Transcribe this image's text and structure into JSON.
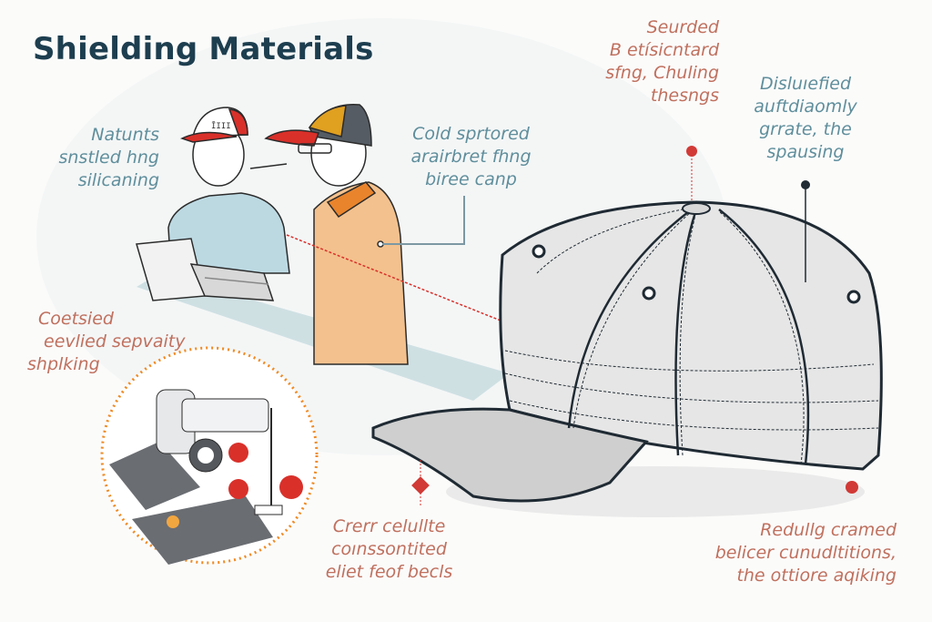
{
  "title": "Shielding Materials",
  "colors": {
    "title": "#1d3e4f",
    "teal_label": "#5f8e9c",
    "rust_label": "#c0705e",
    "marker_red": "#d13a36",
    "marker_dark": "#1f2a33",
    "callout_orange": "#f08a24"
  },
  "labels": {
    "top_center": {
      "lines": [
        "Seurded",
        "B etísicntard",
        "sfng, Chuling",
        "thesngs"
      ]
    },
    "top_right": {
      "lines": [
        "Disluıefied",
        "auftdiaomly",
        "grrate, the",
        "spausing"
      ]
    },
    "left_upper": {
      "lines": [
        "Natunts",
        "snstled hng",
        "silicaning"
      ]
    },
    "center_upper": {
      "lines": [
        "Cold sprtored",
        "arairbret fhng",
        "biree canp"
      ]
    },
    "left_middle": {
      "lines": [
        "Coetsied",
        "eevlied sepvaity",
        "shplking"
      ]
    },
    "bottom_center": {
      "lines": [
        "Crerr celullte",
        "coınssontited",
        "eliet feof becls"
      ]
    },
    "bottom_right": {
      "lines": [
        "Redullg cramed",
        "belicer cunudltitions,",
        "the ottiore aqiking"
      ]
    }
  },
  "illustrations": {
    "people": "two-workers-with-caps-at-laptop",
    "inset": "machine-inset-dotted-circle",
    "cap": "baseball-cap-panel-diagram"
  }
}
